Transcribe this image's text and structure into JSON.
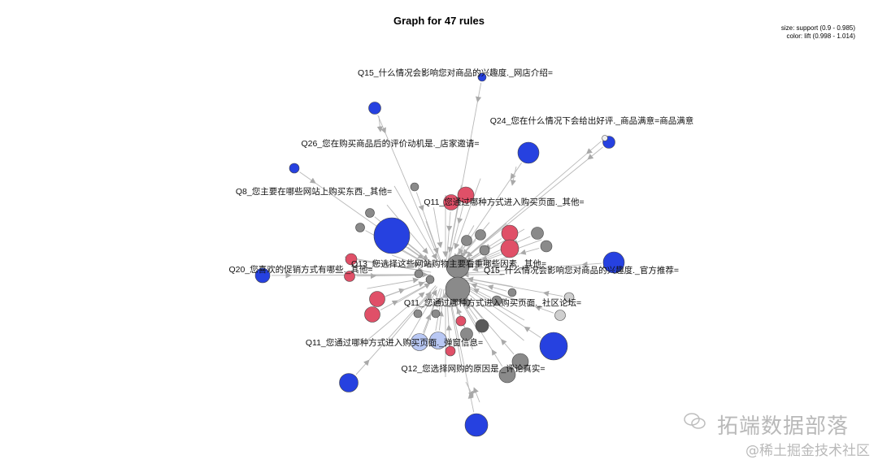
{
  "title": "Graph for 47 rules",
  "legend": {
    "size_line": "size: support (0.9 - 0.985)",
    "color_line": "color: lift (0.998 - 1.014)"
  },
  "colors": {
    "high_lift": "#2641e0",
    "mid_high_lift": "#e05068",
    "low_lift": "#b9c8f4",
    "neutral": "#8a8a8a",
    "edge": "#b8b8b8",
    "arrow": "#a9a9a9"
  },
  "watermark": {
    "main": "拓端数据部落",
    "sub": "@稀土掘金技术社区"
  },
  "diagram": {
    "labels": [
      "Q15_什么情况会影响您对商品的兴趣度._网店介绍=",
      "Q24_您在什么情况下会给出好评._商品满意=商品满意",
      "Q26_您在购买商品后的评价动机是._店家邀请=",
      "Q8_您主要在哪些网站上购买东西._其他=",
      "Q11_您通过哪种方式进入购买页面._其他=",
      "Q13_您选择这些网站购物主要看重哪些因素._其他=",
      "Q20_您喜欢的促销方式有哪些._其他=",
      "Q15_什么情况会影响您对商品的兴趣度._官方推荐=",
      "Q11_您通过哪种方式进入购买页面._社区论坛=",
      "Q11_您通过哪种方式进入购买页面._弹窗信息=",
      "Q12_您选择网购的原因是._评论真实="
    ]
  }
}
